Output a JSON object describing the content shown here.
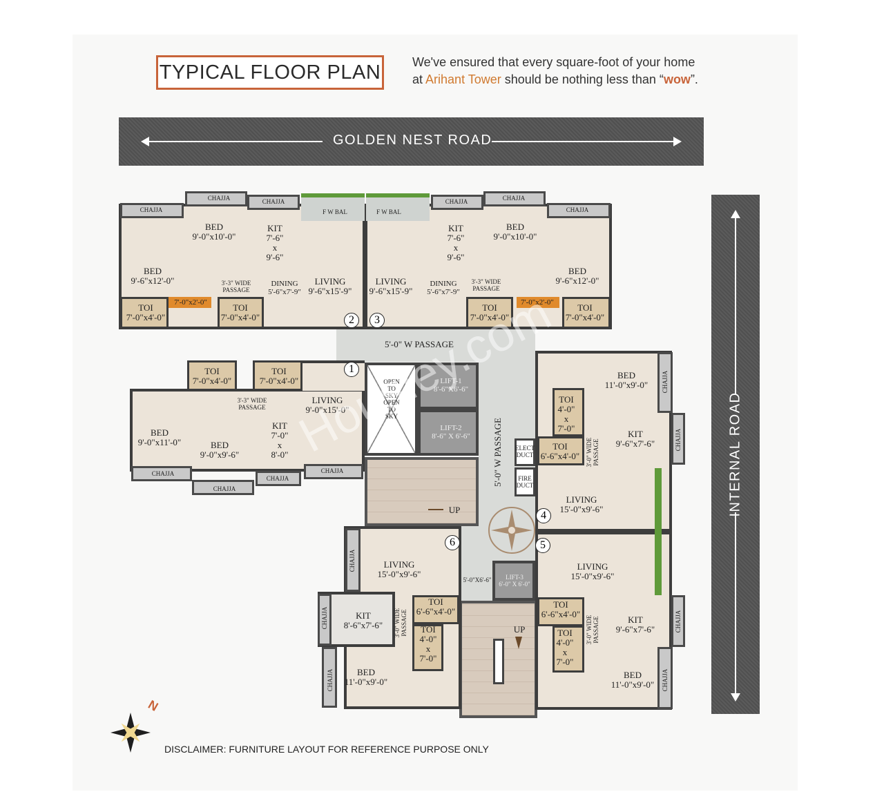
{
  "header": {
    "title": "TYPICAL FLOOR PLAN",
    "tagline_line1": "We've ensured that every square-foot of your home",
    "tagline_at": "at ",
    "project_name": "Arihant Tower",
    "tagline_mid": " should be nothing less than “",
    "tagline_wow": "wow",
    "tagline_end": "”."
  },
  "roads": {
    "top": "GOLDEN NEST ROAD",
    "right": "INTERNAL ROAD"
  },
  "colors": {
    "accent": "#c8643a",
    "project_name": "#d07a30",
    "road": "#565656"
  },
  "units": {
    "u2": {
      "number": "2",
      "chajja": "CHAJJA",
      "fw_bal": "F W BAL",
      "bed1": "BED\n9'-0\"x10'-0\"",
      "kit": "KIT\n7'-6\"\nx\n9'-6\"",
      "bed2": "BED\n9'-6\"x12'-0\"",
      "passage": "3'-3\" WIDE\nPASSAGE",
      "dining": "DINING\n5'-6\"x7'-9\"",
      "living": "LIVING\n9'-6\"x15'-9\"",
      "toi1": "TOI\n7'-0\"x4'-0\"",
      "loft": "7'-0\"x2'-0\"",
      "toi2": "TOI\n7'-0\"x4'-0\""
    },
    "u3": {
      "number": "3",
      "chajja": "CHAJJA",
      "fw_bal": "F W BAL",
      "bed1": "BED\n9'-0\"x10'-0\"",
      "kit": "KIT\n7'-6\"\nx\n9'-6\"",
      "bed2": "BED\n9'-6\"x12'-0\"",
      "passage": "3'-3\" WIDE\nPASSAGE",
      "dining": "DINING\n5'-6\"x7'-9\"",
      "living": "LIVING\n9'-6\"x15'-9\"",
      "toi1": "TOI\n7'-0\"x4'-0\"",
      "loft": "7'-0\"x2'-0\"",
      "toi2": "TOI\n7'-0\"x4'-0\""
    },
    "u1": {
      "number": "1",
      "chajja": "CHAJJA",
      "toi1": "TOI\n7'-0\"x4'-0\"",
      "toi2": "TOI\n7'-0\"x4'-0\"",
      "passage": "3'-3\" WIDE\nPASSAGE",
      "living": "LIVING\n9'-0\"x15'-0\"",
      "bed1": "BED\n9'-0\"x11'-0\"",
      "bed2": "BED\n9'-0\"x9'-6\"",
      "kit": "KIT\n7'-0\"\nx\n8'-0\""
    },
    "u4": {
      "number": "4",
      "chajja": "CHAJJA",
      "bed": "BED\n11'-0\"x9'-0\"",
      "toi1": "TOI\n4'-0\"\nx\n7'-0\"",
      "toi2": "TOI\n6'-6\"x4'-0\"",
      "kit": "KIT\n9'-6\"x7'-6\"",
      "passage": "3'-0\" WIDE\nPASSAGE",
      "living": "LIVING\n15'-0\"x9'-6\""
    },
    "u5": {
      "number": "5",
      "chajja": "CHAJJA",
      "living": "LIVING\n15'-0\"x9'-6\"",
      "toi1": "TOI\n6'-6\"x4'-0\"",
      "toi2": "TOI\n4'-0\"\nx\n7'-0\"",
      "kit": "KIT\n9'-6\"x7'-6\"",
      "passage": "3'-0\" WIDE\nPASSAGE",
      "bed": "BED\n11'-0\"x9'-0\""
    },
    "u6": {
      "number": "6",
      "chajja": "CHAJJA",
      "living": "LIVING\n15'-0\"x9'-6\"",
      "kit": "KIT\n8'-6\"x7'-6\"",
      "passage": "3'-0\" WIDE\nPASSAGE",
      "toi1": "TOI\n6'-6\"x4'-0\"",
      "toi2": "TOI\n4'-0\"\nx\n7'-0\"",
      "bed": "BED\n11'-0\"x9'-0\""
    }
  },
  "core": {
    "passage_h": "5'-0\" W PASSAGE",
    "passage_v": "5'-0\" W PASSAGE",
    "open_to_sky": "OPEN\nTO\nSKY\nOPEN\nTO\nSKY",
    "lift1": "LIFT-1\n8'-6\"X6'-6\"",
    "lift2": "LIFT-2\n8'-6\" X 6'-6\"",
    "lift3": "LIFT-3\n6'-0\" X 6'-0\"",
    "lobby": "5'-0\"X6'-6\"",
    "elect_duct": "ELECT\nDUCT",
    "fire_duct": "FIRE\nDUCT",
    "up": "UP"
  },
  "north_label": "N",
  "disclaimer": "DISCLAIMER: FURNITURE LAYOUT FOR REFERENCE PURPOSE ONLY",
  "watermark": "Housiey.com"
}
